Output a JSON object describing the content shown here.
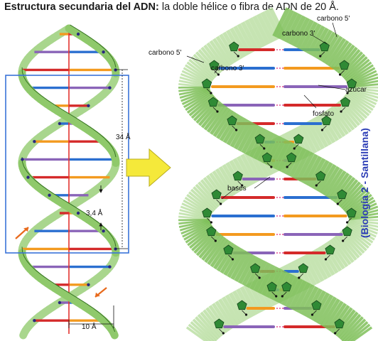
{
  "title": {
    "bold": "Estructura secundaria del ADN:",
    "rest": " la doble hélice o fibra de ADN de 20 Å."
  },
  "measurements": {
    "pitch": "34 Å",
    "rise": "3,4 Å",
    "diameter": "10 Å"
  },
  "labels": {
    "carbono5_top": "carbono 5'",
    "carbono3_top": "carbono 3'",
    "carbono5_left": "carbono 5'",
    "carbono3_left": "carbono 3'",
    "azucar": "azúcar",
    "fosfato": "fosfato",
    "bases": "bases"
  },
  "credit": "(Biología 2 - Santillana)",
  "colors": {
    "helix_green": "#8fc96b",
    "helix_dark": "#2f6b1e",
    "blue_box": "#3a73d9",
    "axis_red": "#e3342f",
    "arrow_yellow": "#f5e93a",
    "credit_blue": "#2a3bb5"
  }
}
